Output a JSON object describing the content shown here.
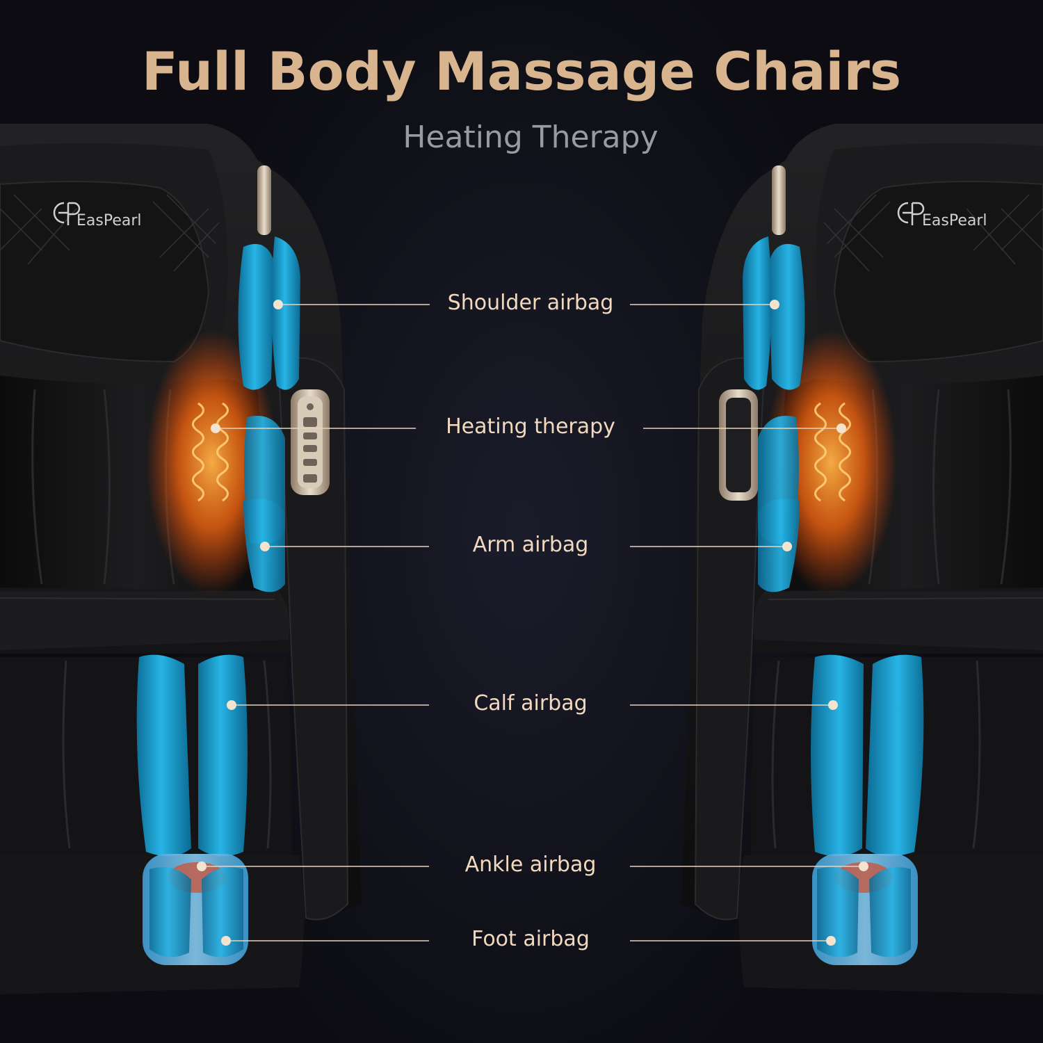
{
  "header": {
    "title": "Full Body Massage Chairs",
    "subtitle": "Heating Therapy"
  },
  "brand": {
    "logo_text": "EasPearl"
  },
  "callouts": [
    {
      "label": "Shoulder airbag"
    },
    {
      "label": "Heating therapy"
    },
    {
      "label": "Arm airbag"
    },
    {
      "label": "Calf airbag"
    },
    {
      "label": "Ankle airbag"
    },
    {
      "label": "Foot airbag"
    }
  ],
  "colors": {
    "background": "#0f0f16",
    "title": "#d9b58f",
    "subtitle": "#9a9aa3",
    "callout_text": "#f1d9c0",
    "leader_line": "#e7d3bd",
    "airbag": "#1ea7d6",
    "heat": "#ff7a1a",
    "chair_leather": "#151515"
  }
}
